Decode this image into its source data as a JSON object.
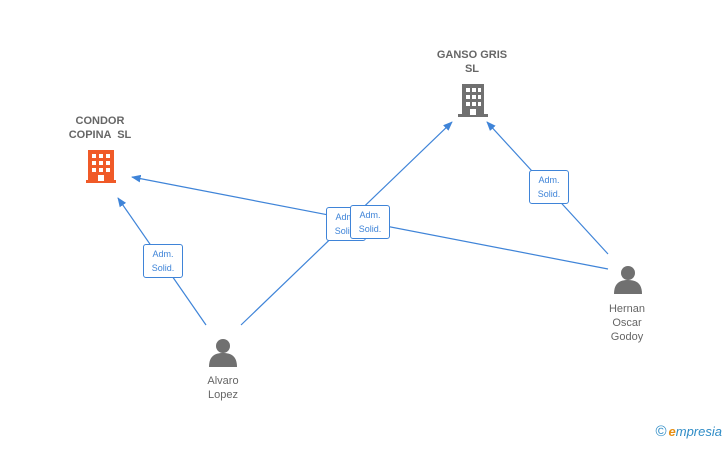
{
  "colors": {
    "edge": "#3f84d8",
    "company_main": "#f05a28",
    "company_other": "#707070",
    "person": "#707070",
    "label": "#666666",
    "brand_blue": "#2f8cc6",
    "brand_orange": "#e78f15"
  },
  "companies": [
    {
      "id": "condor",
      "name_line1": "CONDOR",
      "name_line2": "COPINA  SL",
      "icon": "building-icon",
      "highlight": true
    },
    {
      "id": "ganso",
      "name_line1": "GANSO GRIS",
      "name_line2": "SL",
      "icon": "building-icon",
      "highlight": false
    }
  ],
  "persons": [
    {
      "id": "alvaro",
      "line1": "Alvaro",
      "line2": "Lopez",
      "line3": "",
      "icon": "person-icon"
    },
    {
      "id": "hernan",
      "line1": "Hernan",
      "line2": "Oscar",
      "line3": "Godoy",
      "icon": "person-icon"
    }
  ],
  "relations": [
    {
      "from": "alvaro",
      "to": "condor",
      "role_line1": "Adm.",
      "role_line2": "Solid."
    },
    {
      "from": "alvaro",
      "to": "ganso",
      "role_line1": "Adm.",
      "role_line2": "Solid."
    },
    {
      "from": "hernan",
      "to": "condor",
      "role_line1": "Adm.",
      "role_line2": "Solid."
    },
    {
      "from": "hernan",
      "to": "ganso",
      "role_line1": "Adm.",
      "role_line2": "Solid."
    }
  ],
  "brand": {
    "copyright": "©",
    "e": "e",
    "rest": "mpresia"
  }
}
